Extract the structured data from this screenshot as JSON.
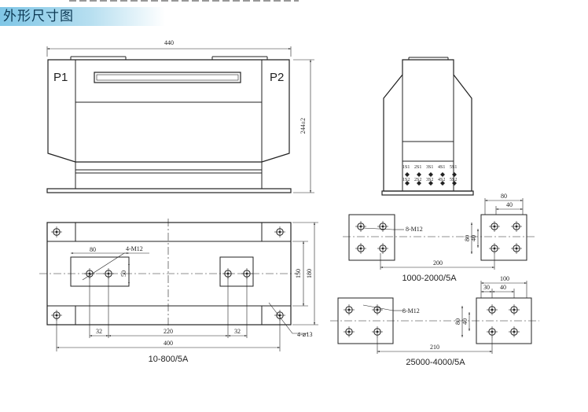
{
  "header": {
    "title": "外形尺寸图",
    "color": "#7fc6e6"
  },
  "front_view": {
    "width_dim": "440",
    "height_dim": "244±2",
    "terminal_left": "P1",
    "terminal_right": "P2"
  },
  "side_view": {
    "terminals_top": [
      "1S1",
      "2S1",
      "3S1",
      "4S1",
      "5S1"
    ],
    "terminals_bottom": [
      "1S2",
      "2S2",
      "3S2",
      "4S2",
      "5S2"
    ]
  },
  "base_view": {
    "hole_label": "4-M12",
    "mount_label": "4-⌀13",
    "dim_80": "80",
    "dim_50": "50",
    "dim_32a": "32",
    "dim_220": "220",
    "dim_32b": "32",
    "dim_400": "400",
    "dim_150": "150",
    "dim_180": "180",
    "caption": "10-800/5A"
  },
  "pattern_a": {
    "hole_label": "8-M12",
    "dim_80": "80",
    "dim_40_top": "40",
    "dim_80_v": "80",
    "dim_40_v": "40",
    "dim_200": "200",
    "caption": "1000-2000/5A"
  },
  "pattern_b": {
    "hole_label": "8-M12",
    "dim_100": "100",
    "dim_30": "30",
    "dim_40_top": "40",
    "dim_80_v": "80",
    "dim_40_v": "40",
    "dim_210": "210",
    "caption": "25000-4000/5A"
  }
}
